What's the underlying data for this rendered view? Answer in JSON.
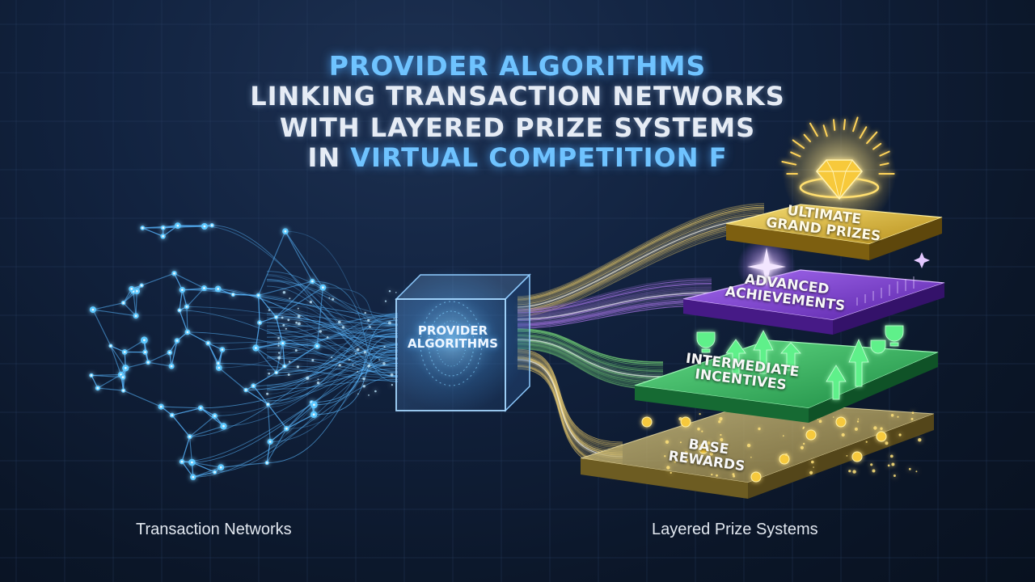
{
  "title": {
    "line1": "PROVIDER ALGORITHMS",
    "line2": "LINKING TRANSACTION NETWORKS",
    "line3": "WITH LAYERED PRIZE SYSTEMS",
    "line4_prefix": "IN ",
    "line4_highlight": "VIRTUAL COMPETITION F"
  },
  "captions": {
    "left": "Transaction Networks",
    "right": "Layered Prize Systems"
  },
  "center_box": {
    "line1": "PROVIDER",
    "line2": "ALGORITHMS"
  },
  "tiers": [
    {
      "line1": "ULTIMATE",
      "line2": "GRAND PRIZES",
      "color": "#d8b230",
      "icon": "diamond-icon"
    },
    {
      "line1": "ADVANCED",
      "line2": "ACHIEVEMENTS",
      "color": "#7a3fd0",
      "icon": "sparkle-icon"
    },
    {
      "line1": "INTERMEDIATE",
      "line2": "INCENTIVES",
      "color": "#2fb35a",
      "icon": "trophy-arrow-icon"
    },
    {
      "line1": "BASE",
      "line2": "REWARDS",
      "color": "#c9b66a",
      "icon": "coin-icon"
    }
  ],
  "colors": {
    "network_node": "#4fc3ff",
    "flow_blue": "#5ab8ff",
    "flow_gold": "#f5d26a",
    "flow_green": "#7be07b",
    "flow_purple": "#b07af0"
  }
}
